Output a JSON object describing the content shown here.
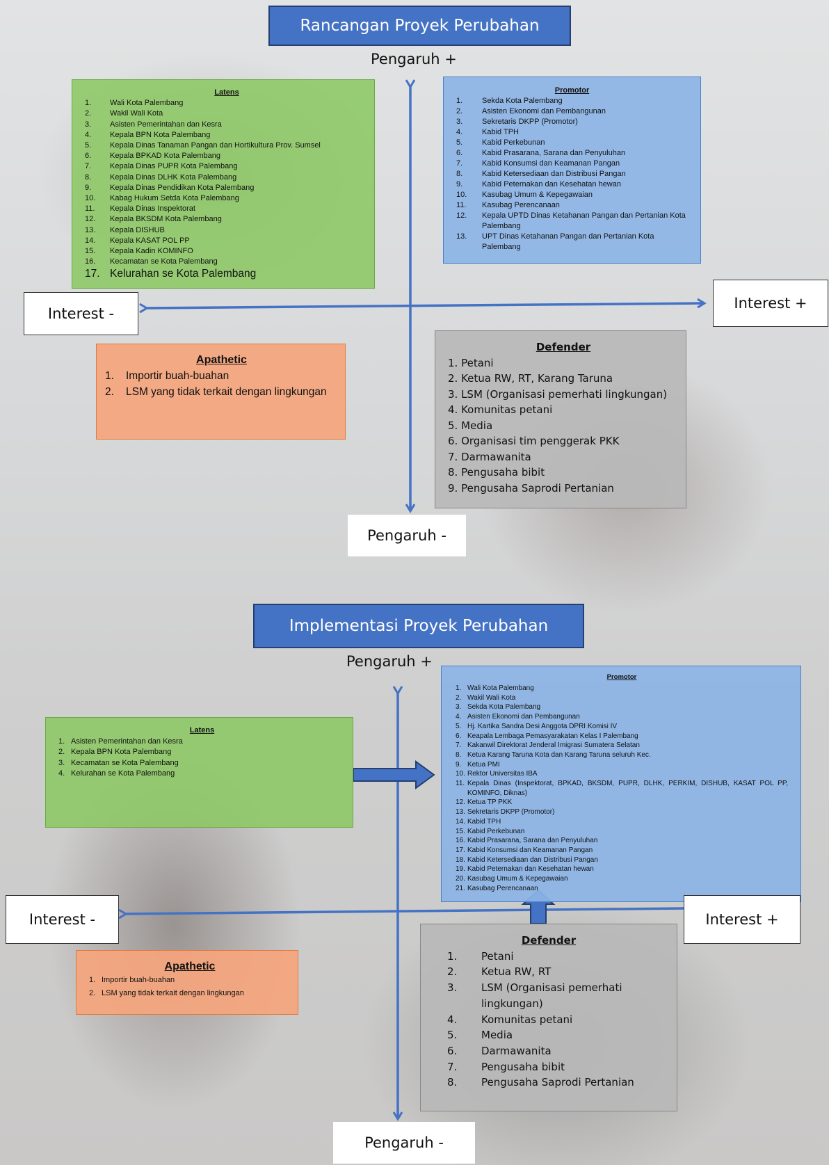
{
  "top": {
    "title": "Rancangan Proyek Perubahan",
    "pengaruh_plus": "Pengaruh +",
    "pengaruh_minus": "Pengaruh -",
    "interest_minus": "Interest -",
    "interest_plus": "Interest +",
    "latens": {
      "heading": "Latens",
      "items": [
        {
          "n": "1.",
          "t": "Wali Kota Palembang"
        },
        {
          "n": "2.",
          "t": "Wakil Wali Kota"
        },
        {
          "n": "3.",
          "t": "Asisten Pemerintahan dan Kesra"
        },
        {
          "n": "4.",
          "t": "Kepala  BPN Kota Palembang"
        },
        {
          "n": "5.",
          "t": "Kepala Dinas Tanaman Pangan dan Hortikultura Prov. Sumsel"
        },
        {
          "n": "6.",
          "t": "Kepala BPKAD Kota Palembang"
        },
        {
          "n": "7.",
          "t": "Kepala Dinas PUPR Kota  Palembang"
        },
        {
          "n": "8.",
          "t": "Kepala Dinas DLHK Kota Palembang"
        },
        {
          "n": "9.",
          "t": "Kepala Dinas Pendidikan Kota Palembang"
        },
        {
          "n": "10.",
          "t": "Kabag Hukum Setda Kota Palembang"
        },
        {
          "n": "11.",
          "t": "Kepala Dinas Inspektorat"
        },
        {
          "n": "12.",
          "t": "Kepala BKSDM Kota Palembang"
        },
        {
          "n": "13.",
          "t": " Kepala DISHUB"
        },
        {
          "n": "14.",
          "t": "Kepala KASAT POL PP"
        },
        {
          "n": "15.",
          "t": "Kepala Kadin KOMINFO"
        },
        {
          "n": "16.",
          "t": "Kecamatan se Kota Palembang"
        }
      ],
      "last": {
        "n": "17.",
        "t": "Kelurahan se Kota Palembang"
      }
    },
    "promotor": {
      "heading": "Promotor",
      "items": [
        {
          "n": "1.",
          "t": "Sekda Kota Palembang"
        },
        {
          "n": "2.",
          "t": "Asisten Ekonomi dan Pembangunan"
        },
        {
          "n": "3.",
          "t": "Sekretaris DKPP  (Promotor)"
        },
        {
          "n": "4.",
          "t": "Kabid TPH"
        },
        {
          "n": "5.",
          "t": "Kabid Perkebunan"
        },
        {
          "n": "6.",
          "t": "Kabid Prasarana, Sarana dan Penyuluhan"
        },
        {
          "n": "7.",
          "t": "Kabid Konsumsi dan Keamanan Pangan"
        },
        {
          "n": "8.",
          "t": "Kabid Ketersediaan dan Distribusi Pangan"
        },
        {
          "n": "9.",
          "t": "Kabid Peternakan dan Kesehatan hewan"
        },
        {
          "n": "10.",
          "t": "Kasubag Umum & Kepegawaian"
        },
        {
          "n": "11.",
          "t": "Kasubag Perencanaan"
        },
        {
          "n": "12.",
          "t": "Kepala UPTD Dinas Ketahanan Pangan dan Pertanian Kota Palembang"
        },
        {
          "n": "13.",
          "t": "UPT Dinas Ketahanan Pangan dan Pertanian Kota Palembang"
        }
      ]
    },
    "apathetic": {
      "heading": "Apathetic",
      "items": [
        {
          "n": "1.",
          "t": "Importir buah-buahan"
        },
        {
          "n": "2.",
          "t": "LSM yang tidak terkait dengan lingkungan"
        }
      ]
    },
    "defender": {
      "heading": "Defender",
      "items": [
        "1. Petani",
        "2. Ketua RW, RT, Karang Taruna",
        "3. LSM (Organisasi pemerhati lingkungan)",
        "4. Komunitas petani",
        "5. Media",
        "6. Organisasi tim penggerak PKK",
        "7. Darmawanita",
        "8. Pengusaha bibit",
        "9. Pengusaha Saprodi Pertanian"
      ]
    }
  },
  "bottom": {
    "title": "Implementasi Proyek Perubahan",
    "pengaruh_plus": "Pengaruh +",
    "pengaruh_minus": "Pengaruh -",
    "interest_minus": "Interest -",
    "interest_plus": "Interest +",
    "latens": {
      "heading": "Latens",
      "items": [
        {
          "n": "1.",
          "t": "Asisten Pemerintahan dan Kesra"
        },
        {
          "n": "2.",
          "t": "Kepala  BPN Kota Palembang"
        },
        {
          "n": "3.",
          "t": "Kecamatan se Kota Palembang"
        },
        {
          "n": "4.",
          "t": "Kelurahan se Kota Palembang"
        }
      ]
    },
    "promotor": {
      "heading": "Promotor",
      "items": [
        {
          "n": "1.",
          "t": "Wali Kota Palembang"
        },
        {
          "n": "2.",
          "t": "Wakil Wali Kota"
        },
        {
          "n": "3.",
          "t": "Sekda Kota Palembang"
        },
        {
          "n": "4.",
          "t": "Asisten Ekonomi dan Pembangunan"
        },
        {
          "n": "5.",
          "t": "Hj. Kartika Sandra Desi Anggota DPRI Komisi IV"
        },
        {
          "n": "6.",
          "t": "Keapala Lembaga Pemasyarakatan Kelas I Palembang"
        },
        {
          "n": "7.",
          "t": "Kakanwil Direktorat Jenderal Imigrasi Sumatera Selatan"
        },
        {
          "n": "8.",
          "t": "Ketua Karang Taruna Kota dan Karang Taruna seluruh Kec."
        },
        {
          "n": "9.",
          "t": "Ketua PMI"
        },
        {
          "n": "10.",
          "t": "Rektor Universitas IBA"
        },
        {
          "n": "11.",
          "t": "Kepala Dinas (Inspektorat, BPKAD, BKSDM, PUPR, DLHK, PERKIM, DISHUB, KASAT POL PP, KOMINFO, Diknas)"
        },
        {
          "n": "12.",
          "t": "Ketua TP PKK"
        },
        {
          "n": "13.",
          "t": "Sekretaris DKPP  (Promotor)"
        },
        {
          "n": "14.",
          "t": "Kabid TPH"
        },
        {
          "n": "15.",
          "t": "Kabid Perkebunan"
        },
        {
          "n": "16.",
          "t": "Kabid Prasarana, Sarana dan Penyuluhan"
        },
        {
          "n": "17.",
          "t": "Kabid Konsumsi dan Keamanan Pangan"
        },
        {
          "n": "18.",
          "t": "Kabid Ketersediaan dan Distribusi Pangan"
        },
        {
          "n": "19.",
          "t": "Kabid Peternakan dan Kesehatan hewan"
        },
        {
          "n": "20.",
          "t": "Kasubag Umum & Kepegawaian"
        },
        {
          "n": "21.",
          "t": "Kasubag Perencanaan"
        }
      ]
    },
    "apathetic": {
      "heading": "Apathetic",
      "items": [
        {
          "n": "1.",
          "t": "Importir buah-buahan"
        },
        {
          "n": "2.",
          "t": "LSM yang tidak terkait dengan lingkungan"
        }
      ]
    },
    "defender": {
      "heading": "Defender",
      "items": [
        {
          "n": "1.",
          "t": "Petani"
        },
        {
          "n": "2.",
          "t": "Ketua RW, RT"
        },
        {
          "n": "3.",
          "t": "LSM (Organisasi pemerhati lingkungan)"
        },
        {
          "n": "4.",
          "t": "Komunitas petani"
        },
        {
          "n": "5.",
          "t": "Media"
        },
        {
          "n": "6.",
          "t": "Darmawanita"
        },
        {
          "n": "7.",
          "t": "Pengusaha bibit"
        },
        {
          "n": "8.",
          "t": "Pengusaha Saprodi Pertanian"
        }
      ]
    }
  },
  "colors": {
    "title_blue": "#4472c4",
    "axis_blue": "#4472c4",
    "latens_green": "#8cc864",
    "promotor_blue": "#8cb4e6",
    "defender_gray": "#b9b9b9",
    "apathetic_orange": "#f5a57d"
  }
}
